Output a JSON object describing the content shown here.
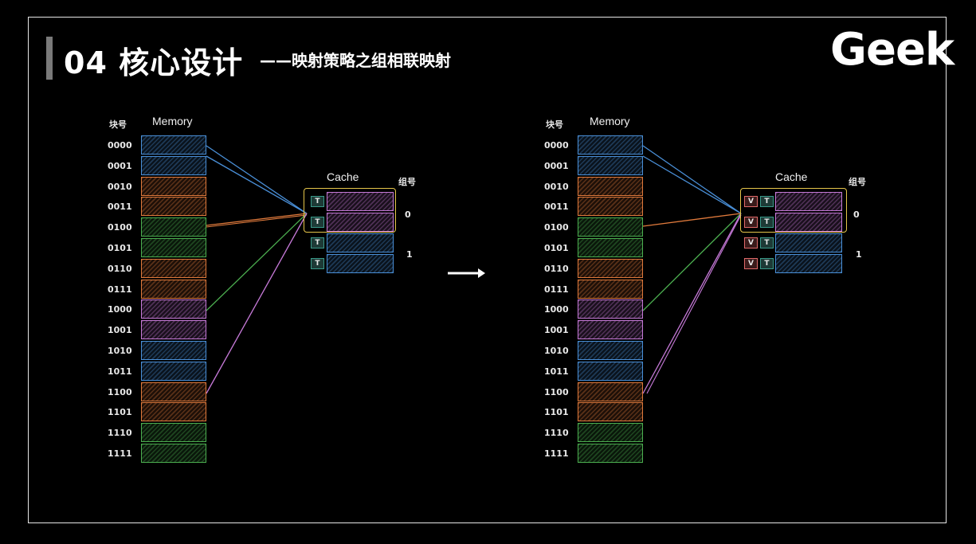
{
  "header": {
    "title": "04 核心设计",
    "subtitle": "——映射策略之组相联映射",
    "logo": "Geek"
  },
  "colors": {
    "blue": "#4a90d9",
    "orange": "#e07a3c",
    "green": "#4caf50",
    "purple": "#c77ad9",
    "tag_teal": "#3a9a8a",
    "valid_red": "#e06a6a",
    "group_yellow": "#e6c64a"
  },
  "left_diagram": {
    "block_number_label": "块号",
    "memory_label": "Memory",
    "cache_label": "Cache",
    "group_label": "组号",
    "tag_label": "T",
    "group_numbers": [
      "0",
      "1"
    ],
    "memory_blocks": [
      "0000",
      "0001",
      "0010",
      "0011",
      "0100",
      "0101",
      "0110",
      "0111",
      "1000",
      "1001",
      "1010",
      "1011",
      "1100",
      "1101",
      "1110",
      "1111"
    ]
  },
  "right_diagram": {
    "block_number_label": "块号",
    "memory_label": "Memory",
    "cache_label": "Cache",
    "group_label": "组号",
    "tag_label": "T",
    "valid_label": "V",
    "group_numbers": [
      "0",
      "1"
    ],
    "memory_blocks": [
      "0000",
      "0001",
      "0010",
      "0011",
      "0100",
      "0101",
      "0110",
      "0111",
      "1000",
      "1001",
      "1010",
      "1011",
      "1100",
      "1101",
      "1110",
      "1111"
    ]
  },
  "arrow": "→"
}
